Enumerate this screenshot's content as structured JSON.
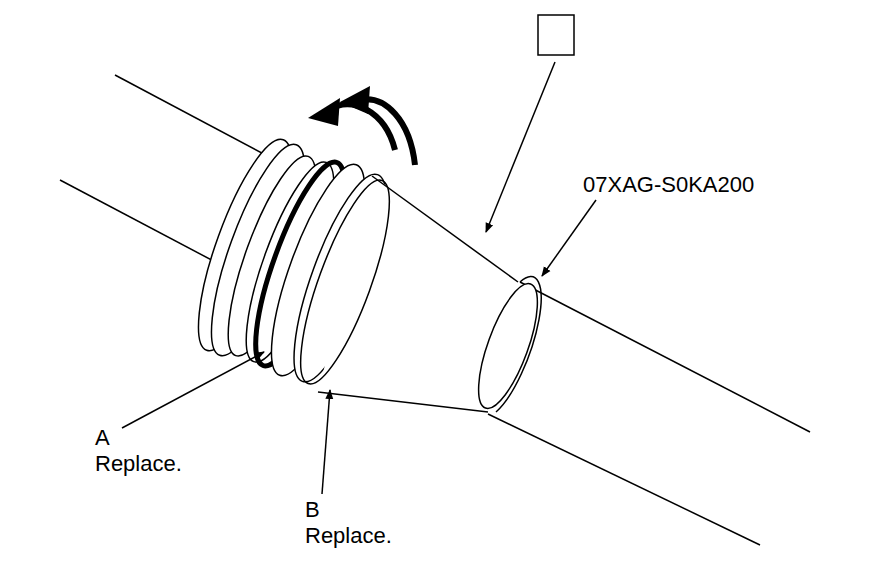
{
  "diagram": {
    "labels": [
      "07XAG-S0KA200",
      "A",
      "Replace.",
      "B",
      "Replace."
    ]
  }
}
